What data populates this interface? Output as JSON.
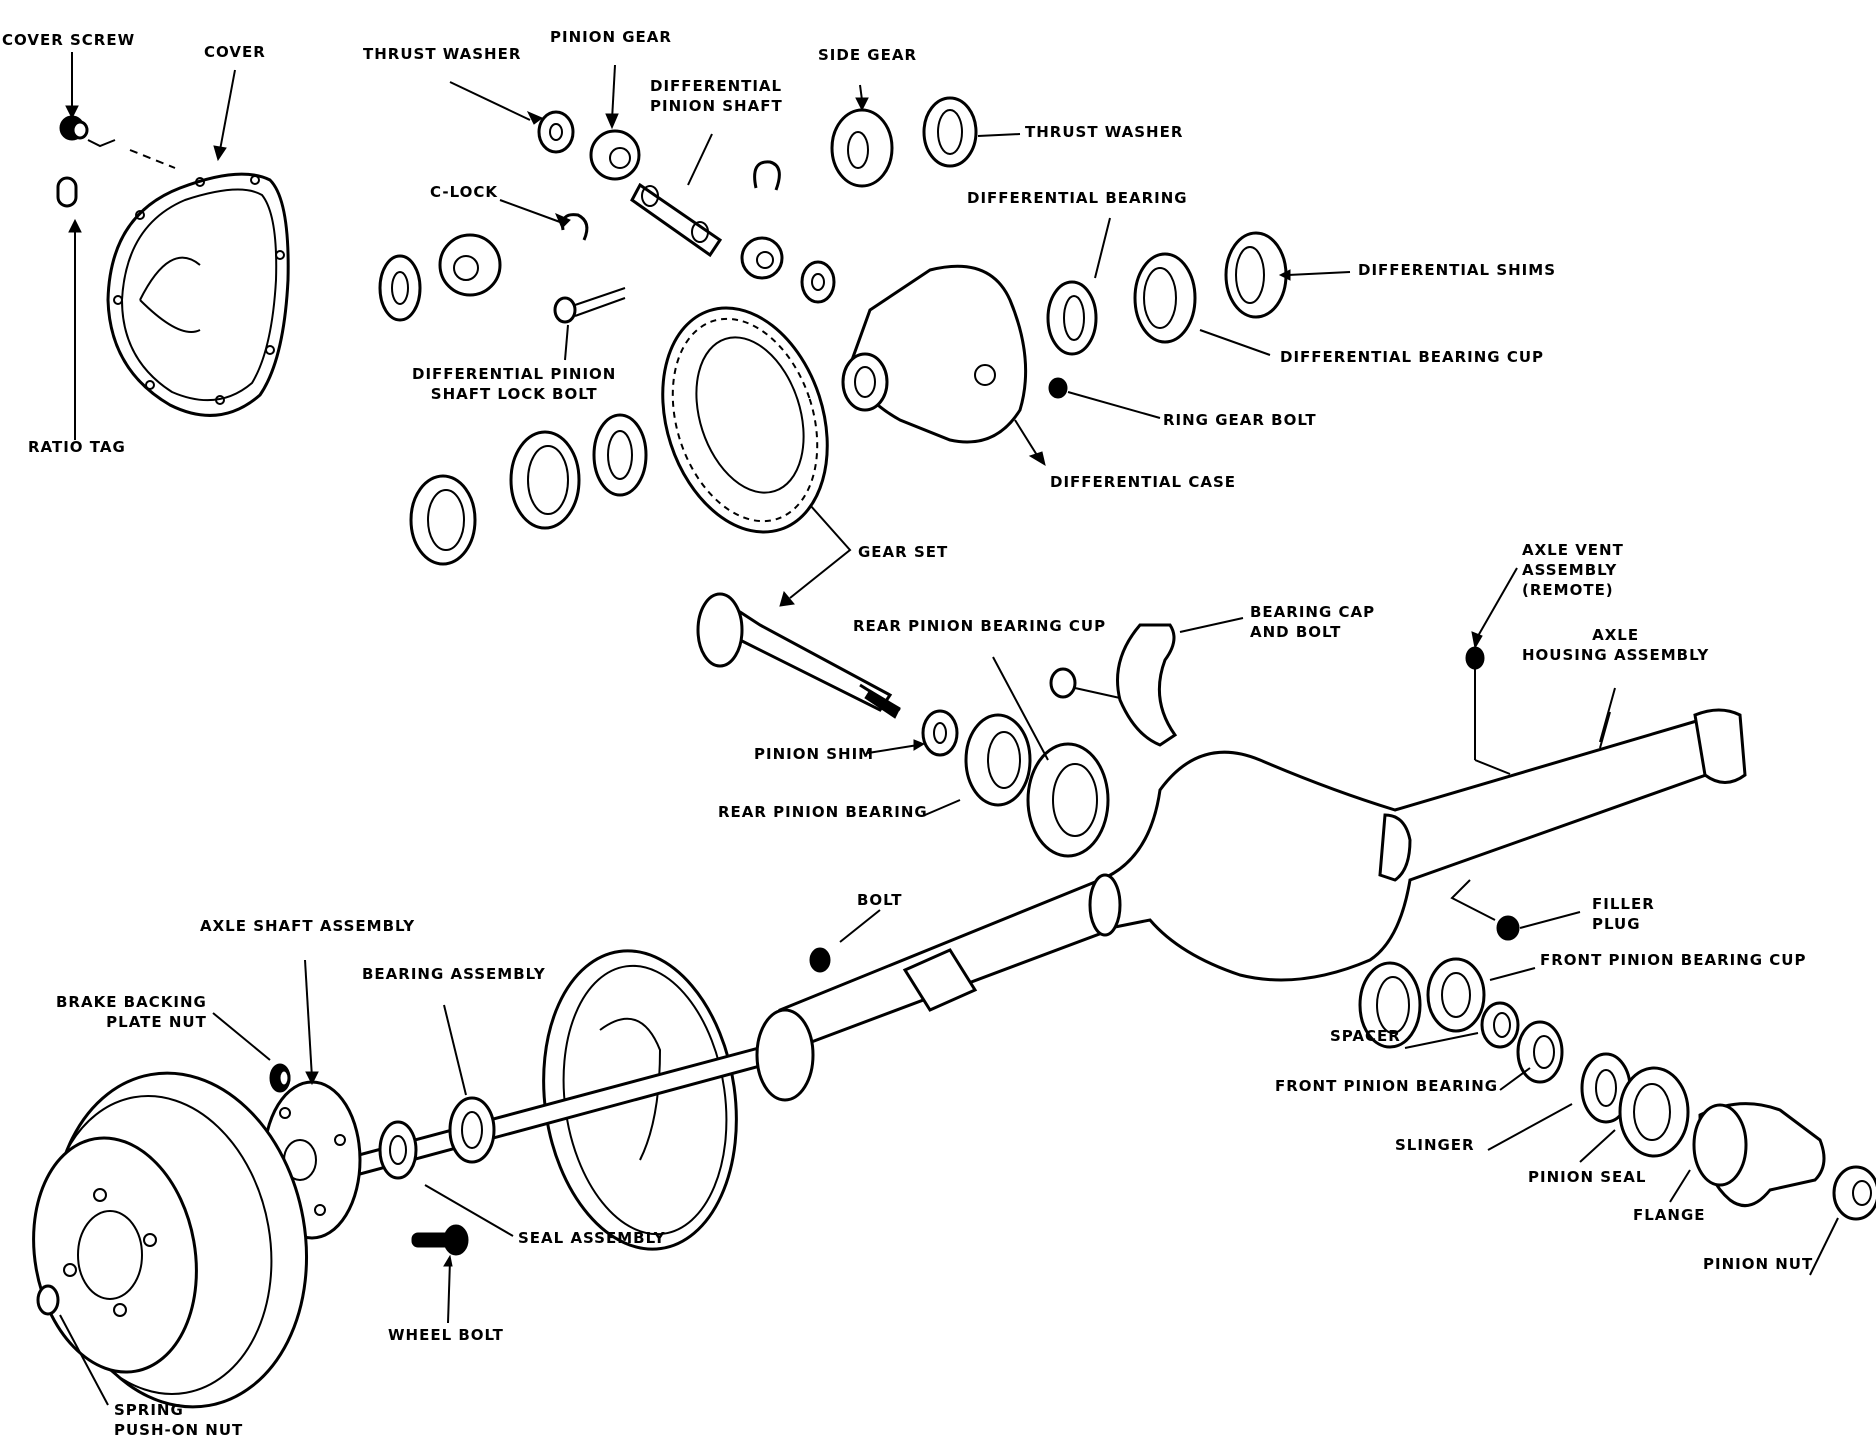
{
  "diagram": {
    "title": "Rear axle exploded view",
    "background": "#ffffff",
    "ink": "#000000",
    "labels": {
      "cover_screw": "COVER SCREW",
      "cover": "COVER",
      "ratio_tag": "RATIO TAG",
      "thrust_washer_left": "THRUST WASHER",
      "pinion_gear": "PINION GEAR",
      "differential_pinion_shaft": "DIFFERENTIAL\nPINION SHAFT",
      "side_gear": "SIDE GEAR",
      "thrust_washer_right": "THRUST WASHER",
      "c_lock": "C-LOCK",
      "differential_bearing": "DIFFERENTIAL BEARING",
      "differential_shims": "DIFFERENTIAL SHIMS",
      "differential_pinion_shaft_lock_bolt": "DIFFERENTIAL PINION\nSHAFT LOCK BOLT",
      "differential_bearing_cup": "DIFFERENTIAL BEARING CUP",
      "ring_gear_bolt": "RING GEAR BOLT",
      "differential_case": "DIFFERENTIAL CASE",
      "gear_set": "GEAR SET",
      "rear_pinion_bearing_cup": "REAR PINION BEARING CUP",
      "bearing_cap_and_bolt": "BEARING CAP\nAND BOLT",
      "axle_vent_assembly": "AXLE VENT\nASSEMBLY\n(REMOTE)",
      "axle_housing_assembly": "AXLE\nHOUSING ASSEMBLY",
      "pinion_shim": "PINION SHIM",
      "rear_pinion_bearing": "REAR PINION BEARING",
      "bolt": "BOLT",
      "filler_plug": "FILLER\nPLUG",
      "front_pinion_bearing_cup": "FRONT PINION BEARING CUP",
      "axle_shaft_assembly": "AXLE SHAFT ASSEMBLY",
      "bearing_assembly": "BEARING ASSEMBLY",
      "brake_backing_plate_nut": "BRAKE BACKING\nPLATE NUT",
      "spacer": "SPACER",
      "front_pinion_bearing": "FRONT PINION BEARING",
      "slinger": "SLINGER",
      "pinion_seal": "PINION SEAL",
      "flange": "FLANGE",
      "pinion_nut": "PINION NUT",
      "seal_assembly": "SEAL ASSEMBLY",
      "wheel_bolt": "WHEEL BOLT",
      "spring_push_on_nut": "SPRING\nPUSH-ON NUT"
    }
  }
}
